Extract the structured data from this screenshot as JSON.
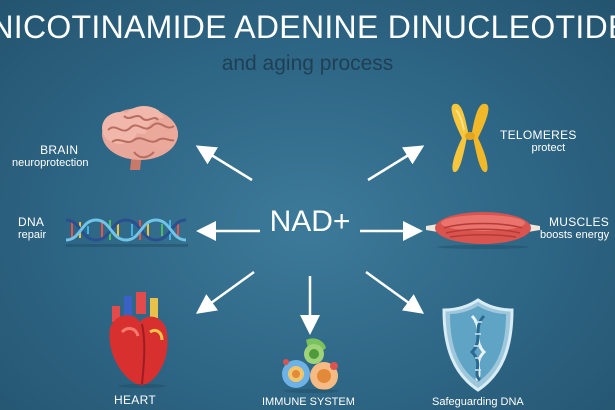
{
  "title": "NICOTINAMIDE ADENINE DINUCLEOTIDE",
  "subtitle": "and aging process",
  "center": "NAD+",
  "nodes": {
    "brain": {
      "name": "BRAIN",
      "desc": "neuroprotection",
      "icon": "brain-icon"
    },
    "telomeres": {
      "name": "TELOMERES",
      "desc": "protect",
      "icon": "chromosome-icon"
    },
    "dna": {
      "name": "DNA",
      "desc": "repair",
      "icon": "dna-helix-icon"
    },
    "muscles": {
      "name": "MUSCLES",
      "desc": "boosts energy",
      "icon": "muscle-icon"
    },
    "heart": {
      "name": "HEART",
      "icon": "heart-icon"
    },
    "immune": {
      "name": "IMMUNE SYSTEM",
      "icon": "immune-cells-icon"
    },
    "safeguarding": {
      "name": "Safeguarding DNA",
      "icon": "dna-shield-icon"
    }
  },
  "colors": {
    "background": "#2d6584",
    "arrow": "#ffffff",
    "subtitle": "#1f3f55"
  }
}
